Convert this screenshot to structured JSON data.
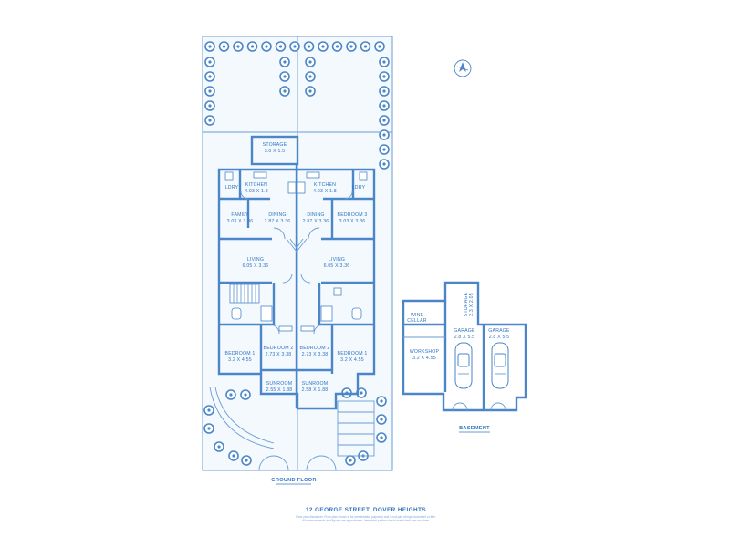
{
  "plan": {
    "address": "12 GEORGE STREET, DOVER HEIGHTS",
    "disclaimer_line1": "Floor plan disclaimer: Floor plan shown is for presentation purposes and is not part of legal document or title.",
    "disclaimer_line2": "All measurements and figures are approximate. Interested parties should make their own enquiries.",
    "ground_floor_label": "GROUND FLOOR",
    "basement_label": "BASEMENT",
    "north_icon": "compass-rose-icon"
  },
  "rooms": {
    "storage_top": {
      "name": "STORAGE",
      "size": "3.0 X 1.5"
    },
    "ldry_left": {
      "name": "LDRY"
    },
    "kitchen_left": {
      "name": "KITCHEN",
      "size": "4.03 X 1.8"
    },
    "kitchen_right": {
      "name": "KITCHEN",
      "size": "4.03 X 1.8"
    },
    "ldry_right": {
      "name": "LDRY"
    },
    "family_left": {
      "name": "FAMILY",
      "size": "3.03 X 3.36"
    },
    "dining_left": {
      "name": "DINING",
      "size": "2.87 X 3.36"
    },
    "dining_right": {
      "name": "DINING",
      "size": "2.87 X 3.36"
    },
    "bedroom3_right": {
      "name": "BEDROOM 3",
      "size": "3.03 X 3.36"
    },
    "living_left": {
      "name": "LIVING",
      "size": "6.05 X 3.36"
    },
    "living_right": {
      "name": "LIVING",
      "size": "6.05 X 3.36"
    },
    "bedroom1_left": {
      "name": "BEDROOM 1",
      "size": "3.2 X 4.55"
    },
    "bedroom2_left": {
      "name": "BEDROOM 2",
      "size": "2.73 X 3.38"
    },
    "bedroom2_right": {
      "name": "BEDROOM 2",
      "size": "2.73 X 3.38"
    },
    "bedroom1_right": {
      "name": "BEDROOM 1",
      "size": "3.2 X 4.55"
    },
    "sunroom_left": {
      "name": "SUNROOM",
      "size": "2.55 X 1.88"
    },
    "sunroom_right": {
      "name": "SUNROOM",
      "size": "2.58 X 1.88"
    },
    "wine_cellar": {
      "name_line1": "WINE",
      "name_line2": "CELLAR"
    },
    "storage_basement": {
      "name": "STORAGE",
      "size": "2.3 X 2.05"
    },
    "workshop": {
      "name": "WORKSHOP",
      "size": "3.2 X 4.55"
    },
    "garage_left": {
      "name": "GARAGE",
      "size": "2.8 X 5.5"
    },
    "garage_right": {
      "name": "GARAGE",
      "size": "2.8 X 5.5"
    }
  },
  "colors": {
    "line": "#4a86c8",
    "text": "#2f74c0",
    "site_fill": "#f4f9fe"
  }
}
